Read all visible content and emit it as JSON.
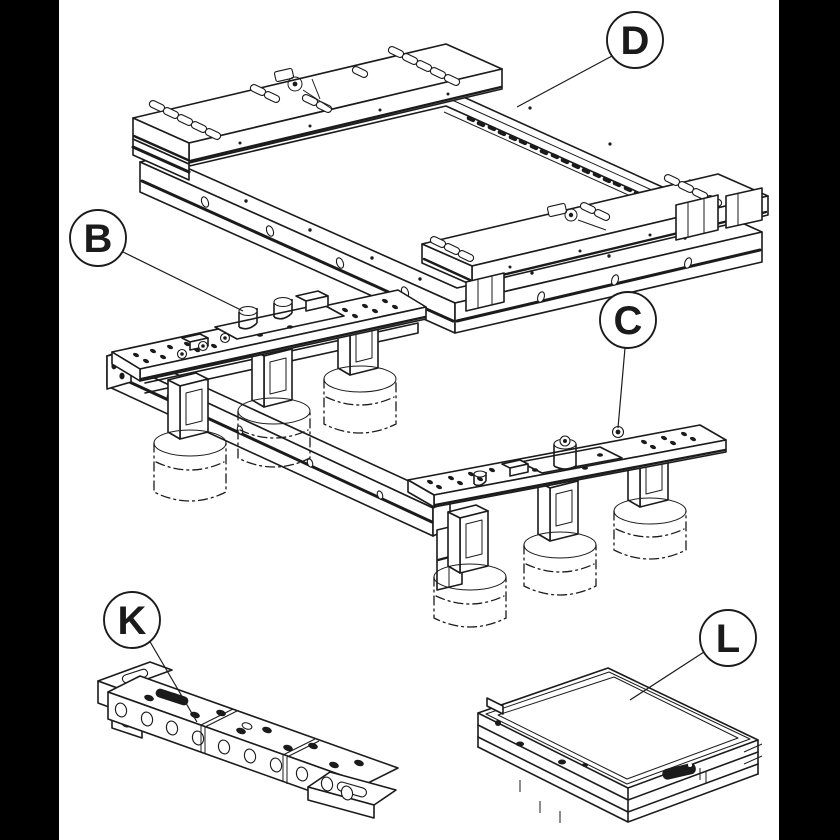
{
  "figure": {
    "background_color": "#ffffff",
    "letterbox_color": "#000000",
    "line_color": "#1b1b1b"
  },
  "callouts": {
    "d": {
      "letter": "D"
    },
    "b": {
      "letter": "B"
    },
    "c": {
      "letter": "C"
    },
    "k": {
      "letter": "K"
    },
    "l": {
      "letter": "L"
    }
  }
}
